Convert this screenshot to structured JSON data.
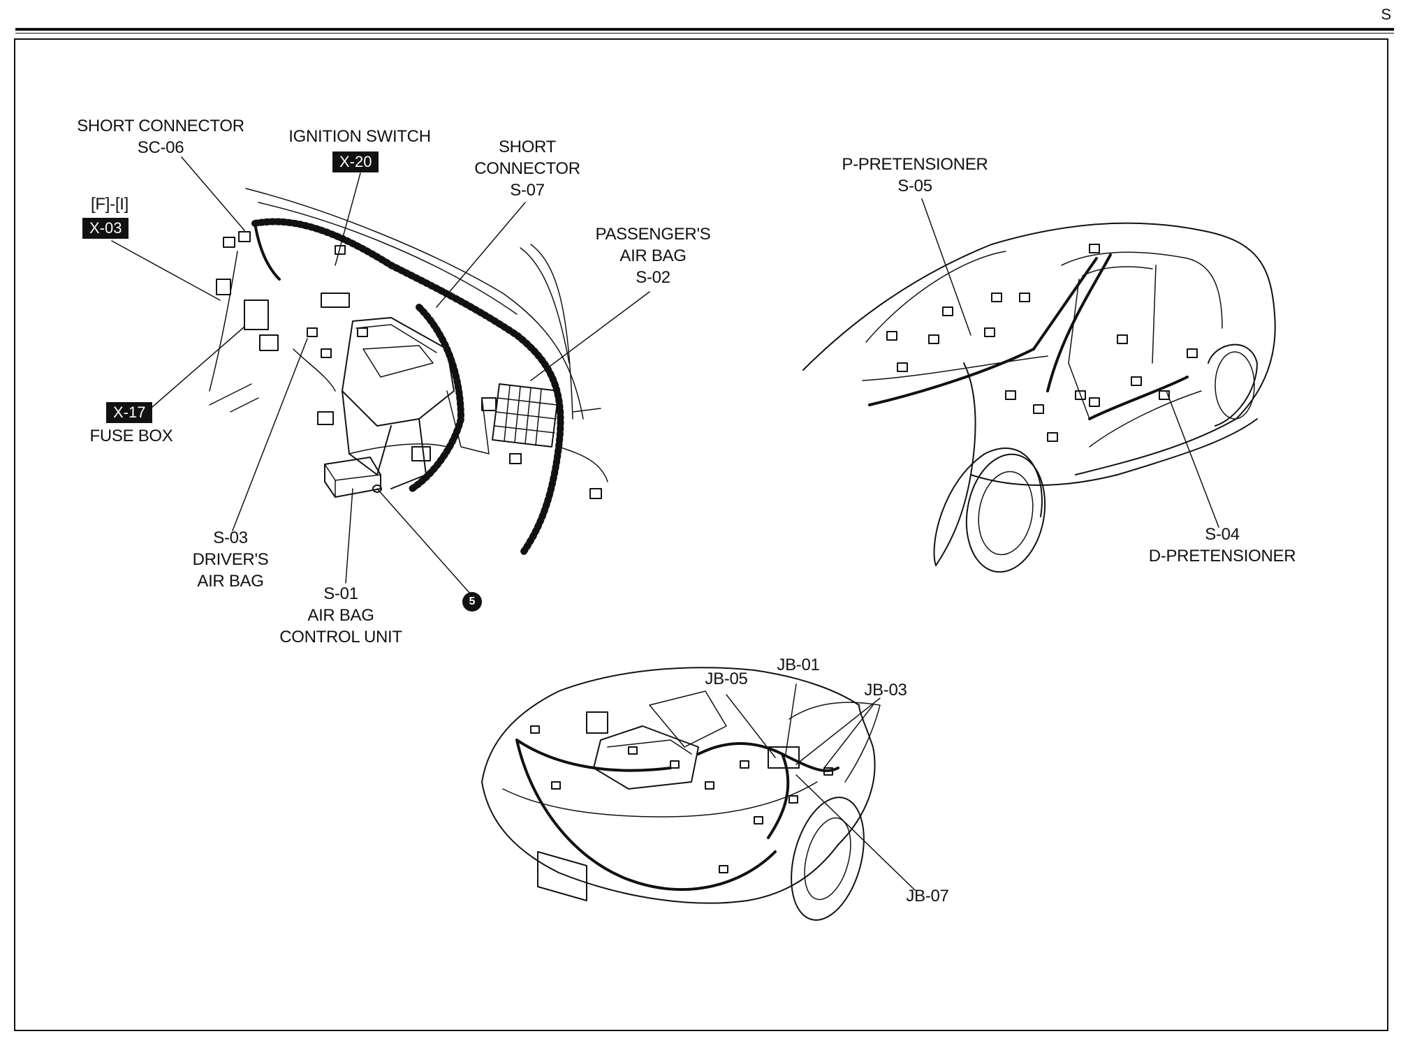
{
  "page": {
    "section_letter": "S"
  },
  "labels": {
    "short_connector_sc06": {
      "line1": "SHORT CONNECTOR",
      "line2": "SC-06"
    },
    "ignition_switch": {
      "line1": "IGNITION SWITCH",
      "tag": "X-20"
    },
    "fi_x03": {
      "line1": "[F]-[I]",
      "tag": "X-03"
    },
    "short_connector_s07": {
      "line1": "SHORT",
      "line2": "CONNECTOR",
      "line3": "S-07"
    },
    "passengers_air_bag": {
      "line1": "PASSENGER'S",
      "line2": "AIR BAG",
      "line3": "S-02"
    },
    "fuse_box": {
      "tag": "X-17",
      "line1": "FUSE BOX"
    },
    "drivers_air_bag": {
      "line1": "S-03",
      "line2": "DRIVER'S",
      "line3": "AIR BAG"
    },
    "air_bag_control_unit": {
      "line1": "S-01",
      "line2": "AIR BAG",
      "line3": "CONTROL UNIT"
    },
    "ground_point": {
      "number": "5"
    },
    "p_pretensioner": {
      "line1": "P-PRETENSIONER",
      "line2": "S-05"
    },
    "d_pretensioner": {
      "line1": "S-04",
      "line2": "D-PRETENSIONER"
    },
    "jb05": {
      "line1": "JB-05"
    },
    "jb01": {
      "line1": "JB-01"
    },
    "jb03": {
      "line1": "JB-03"
    },
    "jb07": {
      "line1": "JB-07"
    }
  }
}
